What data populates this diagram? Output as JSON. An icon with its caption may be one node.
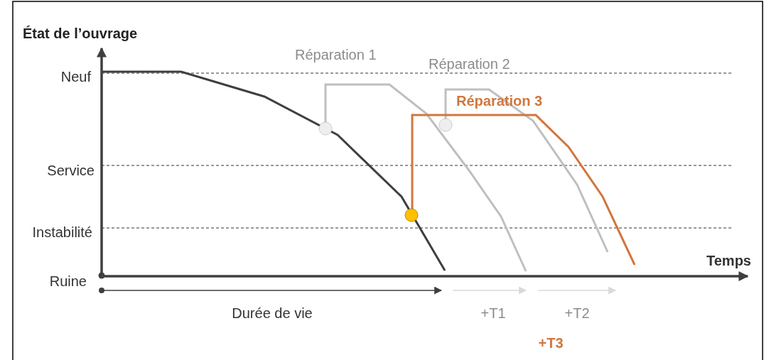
{
  "diagram": {
    "labels": [
      "État de l’ouvrage",
      "Réparation 1",
      "Réparation 2",
      "Neuf",
      "Réparation 3",
      "Service",
      "Instabilité",
      "Temps",
      "Ruine",
      "Durée de vie",
      "+T1",
      "+T2",
      "+T3"
    ]
  }
}
